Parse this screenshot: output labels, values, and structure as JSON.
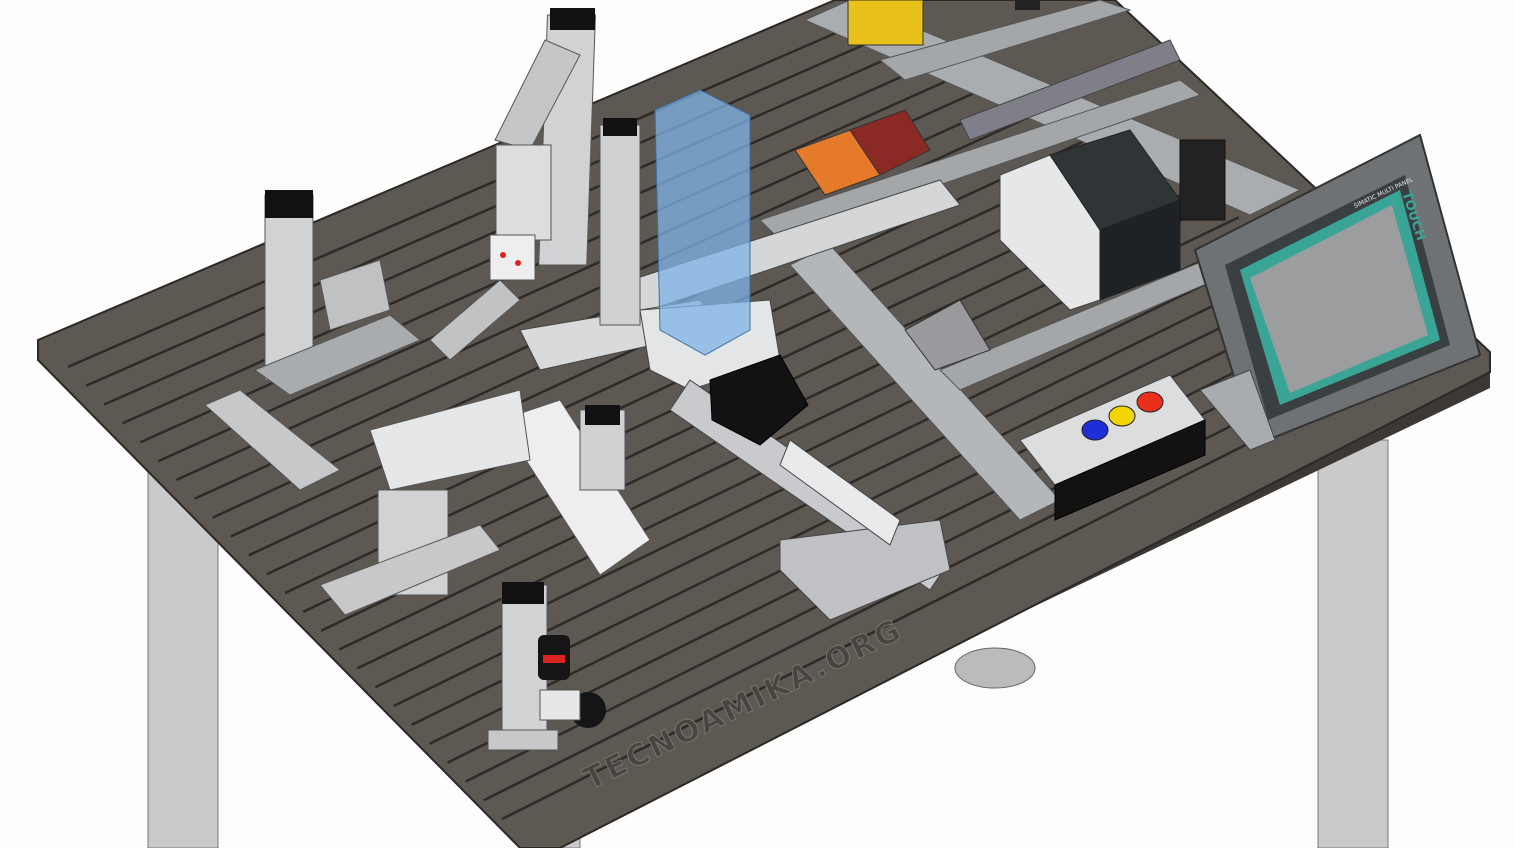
{
  "branding": {
    "engraving": "TECNOAMIKA.ORG"
  },
  "hmi_panel": {
    "model_label": "SIMATIC MULTI PANEL",
    "touch_label": "TOUCH"
  },
  "push_buttons": [
    {
      "name": "blue",
      "color": "#1f2fd8"
    },
    {
      "name": "yellow",
      "color": "#f2d400"
    },
    {
      "name": "red",
      "color": "#e8301c"
    }
  ],
  "colors": {
    "table": "#5e5853",
    "aluminium": "#c9cbcd",
    "magazine": "#7fb3e6",
    "hmi_frame": "#6e7275",
    "hmi_bezel": "#3aa596"
  }
}
